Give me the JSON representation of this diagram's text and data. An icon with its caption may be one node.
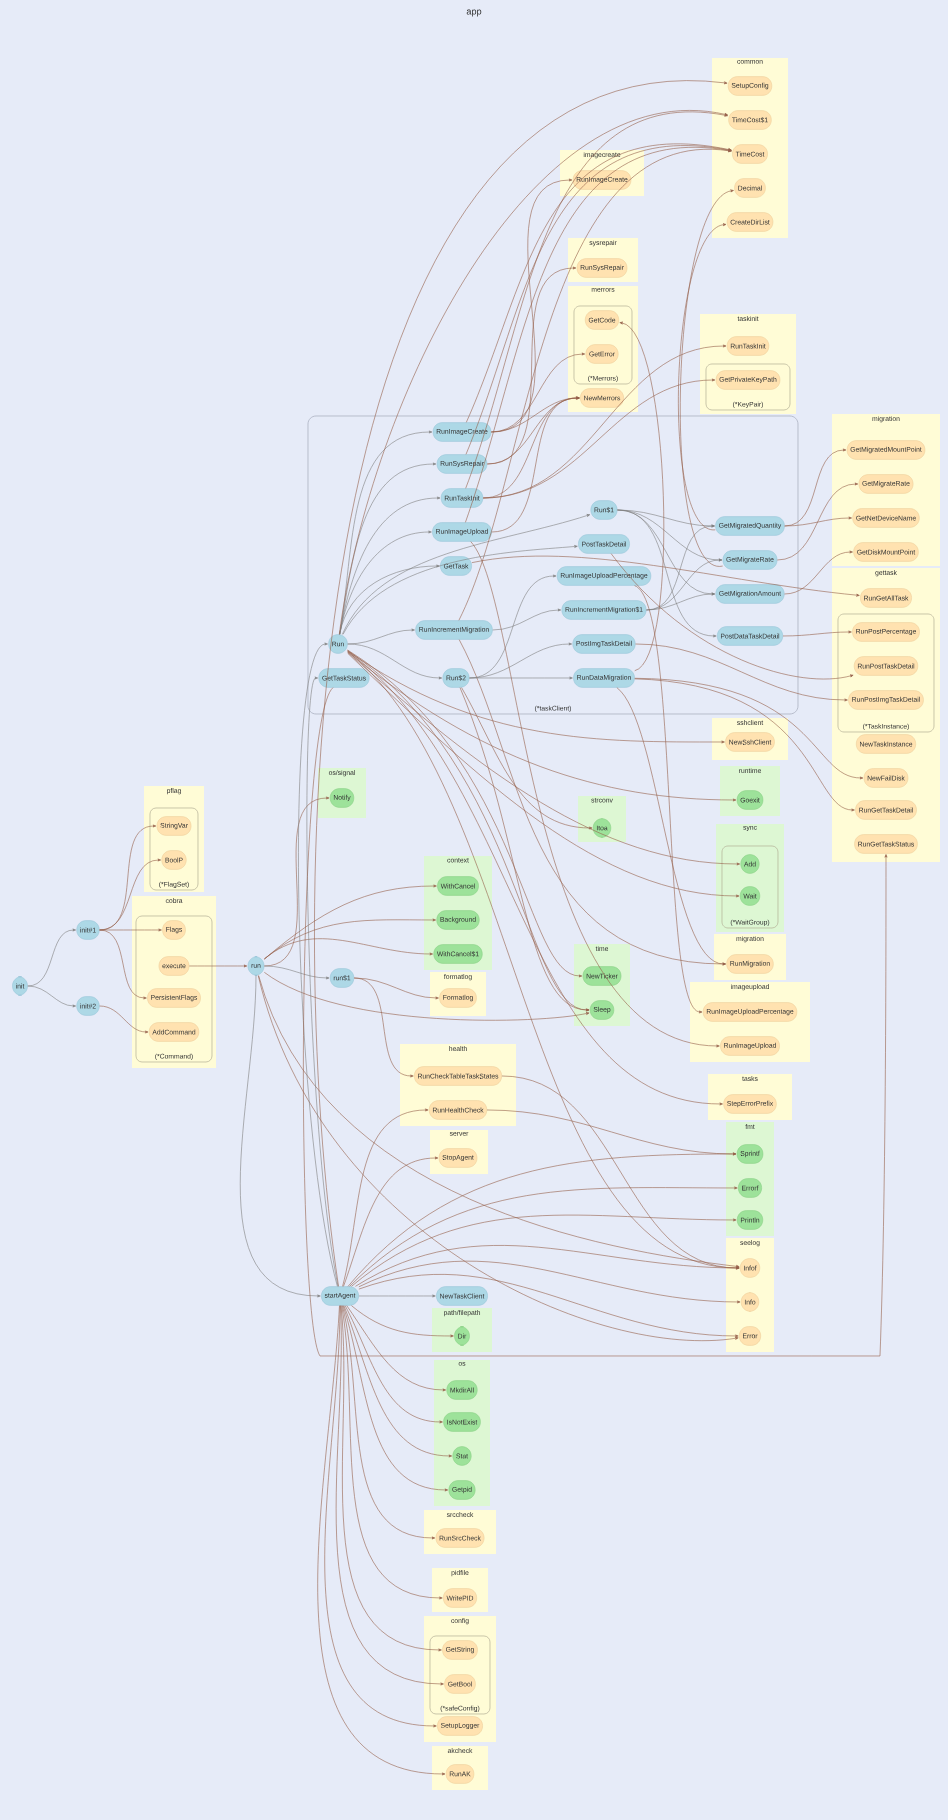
{
  "diagram": {
    "title": "app",
    "nodes": [
      {
        "text": [
          "common"
        ]
      },
      {
        "text": [
          "SetupConfig"
        ],
        "in": 0
      },
      {
        "text": [
          "TimeCost$1"
        ],
        "in": 0
      },
      {
        "text": [
          "TimeCost"
        ],
        "in": 0
      },
      {
        "text": [
          "Decimal"
        ],
        "in": 0
      },
      {
        "text": [
          "CreateDirList"
        ],
        "in": 0
      },
      {
        "text": [
          "imagecreate"
        ]
      },
      {
        "text": [
          "RunImageCreate"
        ],
        "in": 6
      },
      {
        "text": [
          "sysrepair"
        ]
      },
      {
        "text": [
          "RunSysRepair"
        ],
        "in": 8
      },
      {
        "text": [
          "merrors"
        ]
      },
      {
        "text": [
          "(*Merrors)"
        ],
        "in": 10
      },
      {
        "text": [
          "GetCode"
        ],
        "in": 11
      },
      {
        "text": [
          "GetError"
        ],
        "in": 11
      },
      {
        "text": [
          "NewMerrors"
        ],
        "in": 10
      },
      {
        "text": [
          "taskinit"
        ]
      },
      {
        "text": [
          "RunTaskInit"
        ],
        "in": 15
      },
      {
        "text": [
          "(*KeyPair)"
        ],
        "in": 15
      },
      {
        "text": [
          "GetPrivateKeyPath"
        ],
        "in": 17
      },
      {
        "text": [
          "(*taskClient)"
        ]
      },
      {
        "text": [
          "RunImageCreate"
        ],
        "in": 19
      },
      {
        "text": [
          "RunSysRepair"
        ],
        "in": 19
      },
      {
        "text": [
          "RunTaskInit"
        ],
        "in": 19
      },
      {
        "text": [
          "RunImageUpload"
        ],
        "in": 19
      },
      {
        "text": [
          "GetTask"
        ],
        "in": 19
      },
      {
        "text": [
          "Run$1"
        ],
        "in": 19
      },
      {
        "text": [
          "PostTaskDetail"
        ],
        "in": 19
      },
      {
        "text": [
          "RunImageUploadPercentage"
        ],
        "in": 19
      },
      {
        "text": [
          "RunIncrementMigration$1"
        ],
        "in": 19
      },
      {
        "text": [
          "RunIncrementMigration"
        ],
        "in": 19
      },
      {
        "text": [
          "Run"
        ],
        "in": 19
      },
      {
        "text": [
          "GetTaskStatus"
        ],
        "in": 19
      },
      {
        "text": [
          "Run$2"
        ],
        "in": 19
      },
      {
        "text": [
          "PostImgTaskDetail"
        ],
        "in": 19
      },
      {
        "text": [
          "RunDataMigration"
        ],
        "in": 19
      },
      {
        "text": [
          "GetMigratedQuantity"
        ],
        "in": 19
      },
      {
        "text": [
          "GetMigrateRate"
        ],
        "in": 19
      },
      {
        "text": [
          "GetMigrationAmount"
        ],
        "in": 19
      },
      {
        "text": [
          "PostDataTaskDetail"
        ],
        "in": 19
      },
      {
        "text": [
          "migration"
        ]
      },
      {
        "text": [
          "GetMigratedMountPoint"
        ],
        "in": 39
      },
      {
        "text": [
          "GetMigrateRate"
        ],
        "in": 39
      },
      {
        "text": [
          "GetNetDeviceName"
        ],
        "in": 39
      },
      {
        "text": [
          "GetDiskMountPoint"
        ],
        "in": 39
      },
      {
        "text": [
          "gettask"
        ]
      },
      {
        "text": [
          "RunGetAllTask"
        ],
        "in": 44
      },
      {
        "text": [
          "(*TaskInstance)"
        ],
        "in": 44
      },
      {
        "text": [
          "RunPostPercentage"
        ],
        "in": 46
      },
      {
        "text": [
          "RunPostTaskDetail"
        ],
        "in": 46
      },
      {
        "text": [
          "RunPostImgTaskDetail"
        ],
        "in": 46
      },
      {
        "text": [
          "NewTaskInstance"
        ],
        "in": 44
      },
      {
        "text": [
          "NewFailDisk"
        ],
        "in": 44
      },
      {
        "text": [
          "RunGetTaskDetail"
        ],
        "in": 44
      },
      {
        "text": [
          "RunGetTaskStatus"
        ],
        "in": 44
      },
      {
        "text": [
          "sshclient"
        ]
      },
      {
        "text": [
          "NewSshClient"
        ],
        "in": 54
      },
      {
        "text": [
          "runtime"
        ]
      },
      {
        "text": [
          "Goexit"
        ],
        "in": 56
      },
      {
        "text": [
          "sync"
        ]
      },
      {
        "text": [
          "(*WaitGroup)"
        ],
        "in": 58
      },
      {
        "text": [
          "Add"
        ],
        "in": 59
      },
      {
        "text": [
          "Wait"
        ],
        "in": 59
      },
      {
        "text": [
          "migration"
        ]
      },
      {
        "text": [
          "RunMigration"
        ],
        "in": 62
      },
      {
        "text": [
          "imageupload"
        ]
      },
      {
        "text": [
          "RunImageUploadPercentage"
        ],
        "in": 64
      },
      {
        "text": [
          "RunImageUpload"
        ],
        "in": 64
      },
      {
        "text": [
          "tasks"
        ]
      },
      {
        "text": [
          "StepErrorPrefix"
        ],
        "in": 67
      },
      {
        "text": [
          "fmt"
        ]
      },
      {
        "text": [
          "Sprintf"
        ],
        "in": 69
      },
      {
        "text": [
          "Errorf"
        ],
        "in": 69
      },
      {
        "text": [
          "Println"
        ],
        "in": 69
      },
      {
        "text": [
          "seelog"
        ]
      },
      {
        "text": [
          "Infof"
        ],
        "in": 73
      },
      {
        "text": [
          "Info"
        ],
        "in": 73
      },
      {
        "text": [
          "Error"
        ],
        "in": 73
      },
      {
        "text": [
          "pflag"
        ]
      },
      {
        "text": [
          "(*FlagSet)"
        ],
        "in": 77
      },
      {
        "text": [
          "StringVar"
        ],
        "in": 78
      },
      {
        "text": [
          "BoolP"
        ],
        "in": 78
      },
      {
        "text": [
          "cobra"
        ]
      },
      {
        "text": [
          "(*Command)"
        ],
        "in": 81
      },
      {
        "text": [
          "Flags"
        ],
        "in": 82
      },
      {
        "text": [
          "execute"
        ],
        "in": 82
      },
      {
        "text": [
          "PersistentFlags"
        ],
        "in": 82
      },
      {
        "text": [
          "AddCommand"
        ],
        "in": 82
      },
      {
        "text": [
          "init"
        ]
      },
      {
        "text": [
          "init#1"
        ]
      },
      {
        "text": [
          "init#2"
        ]
      },
      {
        "text": [
          "run"
        ]
      },
      {
        "text": [
          "run$1"
        ]
      },
      {
        "text": [
          "os/signal"
        ]
      },
      {
        "text": [
          "Notify"
        ],
        "in": 92
      },
      {
        "text": [
          "context"
        ]
      },
      {
        "text": [
          "WithCancel"
        ],
        "in": 94
      },
      {
        "text": [
          "Background"
        ],
        "in": 94
      },
      {
        "text": [
          "WithCancel$1"
        ],
        "in": 94
      },
      {
        "text": [
          "formatlog"
        ]
      },
      {
        "text": [
          "Formatlog"
        ],
        "in": 98
      },
      {
        "text": [
          "health"
        ]
      },
      {
        "text": [
          "RunCheckTableTaskStates"
        ],
        "in": 100
      },
      {
        "text": [
          "RunHealthCheck"
        ],
        "in": 100
      },
      {
        "text": [
          "server"
        ]
      },
      {
        "text": [
          "StopAgent"
        ],
        "in": 103
      },
      {
        "text": [
          "strconv"
        ]
      },
      {
        "text": [
          "Itoa"
        ],
        "in": 105
      },
      {
        "text": [
          "time"
        ]
      },
      {
        "text": [
          "NewTicker"
        ],
        "in": 107
      },
      {
        "text": [
          "Sleep"
        ],
        "in": 107
      },
      {
        "text": [
          "startAgent"
        ]
      },
      {
        "text": [
          "NewTaskClient"
        ]
      },
      {
        "text": [
          "path/filepath"
        ]
      },
      {
        "text": [
          "Dir"
        ],
        "in": 112
      },
      {
        "text": [
          "os"
        ]
      },
      {
        "text": [
          "MkdirAll"
        ],
        "in": 114
      },
      {
        "text": [
          "IsNotExist"
        ],
        "in": 114
      },
      {
        "text": [
          "Stat"
        ],
        "in": 114
      },
      {
        "text": [
          "Getpid"
        ],
        "in": 114
      },
      {
        "text": [
          "srccheck"
        ]
      },
      {
        "text": [
          "RunSrcCheck"
        ],
        "in": 119
      },
      {
        "text": [
          "pidfile"
        ]
      },
      {
        "text": [
          "WritePID"
        ],
        "in": 121
      },
      {
        "text": [
          "config"
        ]
      },
      {
        "text": [
          "(*safeConfig)"
        ],
        "in": 123
      },
      {
        "text": [
          "GetString"
        ],
        "in": 124
      },
      {
        "text": [
          "GetBool"
        ],
        "in": 124
      },
      {
        "text": [
          "SetupLogger"
        ],
        "in": 123
      },
      {
        "text": [
          "akcheck"
        ]
      },
      {
        "text": [
          "RunAK"
        ],
        "in": 128
      }
    ],
    "edges": [
      {
        "from": 87,
        "to": 88,
        "arrow": "to",
        "color": "#7f7f7f"
      },
      {
        "from": 87,
        "to": 89,
        "arrow": "to",
        "color": "#7f7f7f"
      },
      {
        "from": 88,
        "to": 79,
        "arrow": "to"
      },
      {
        "from": 88,
        "to": 80,
        "arrow": "to"
      },
      {
        "from": 88,
        "to": 83,
        "arrow": "to"
      },
      {
        "from": 88,
        "to": 85,
        "arrow": "to"
      },
      {
        "from": 89,
        "to": 86,
        "arrow": "to"
      },
      {
        "from": 84,
        "to": 90,
        "arrow": "to"
      },
      {
        "from": 90,
        "to": 93,
        "arrow": "to"
      },
      {
        "from": 90,
        "to": 95,
        "arrow": "to"
      },
      {
        "from": 90,
        "to": 96,
        "arrow": "to"
      },
      {
        "from": 90,
        "to": 97,
        "arrow": "to"
      },
      {
        "from": 90,
        "to": 91,
        "arrow": "to",
        "color": "#7f7f7f"
      },
      {
        "from": 90,
        "to": 110,
        "arrow": "to",
        "color": "#7f7f7f"
      },
      {
        "from": 90,
        "to": 109,
        "arrow": "to"
      },
      {
        "from": 90,
        "to": 74,
        "arrow": "to"
      },
      {
        "from": 90,
        "to": 76,
        "arrow": "to"
      },
      {
        "from": 91,
        "to": 101,
        "arrow": "to"
      },
      {
        "from": 91,
        "to": 99,
        "arrow": "to"
      },
      {
        "from": 110,
        "to": 111,
        "arrow": "to",
        "color": "#7f7f7f"
      },
      {
        "from": 110,
        "to": 113,
        "arrow": "to"
      },
      {
        "from": 110,
        "to": 115,
        "arrow": "to"
      },
      {
        "from": 110,
        "to": 116,
        "arrow": "to"
      },
      {
        "from": 110,
        "to": 117,
        "arrow": "to"
      },
      {
        "from": 110,
        "to": 118,
        "arrow": "to"
      },
      {
        "from": 110,
        "to": 120,
        "arrow": "to"
      },
      {
        "from": 110,
        "to": 122,
        "arrow": "to"
      },
      {
        "from": 110,
        "to": 125,
        "arrow": "to"
      },
      {
        "from": 110,
        "to": 126,
        "arrow": "to"
      },
      {
        "from": 110,
        "to": 127,
        "arrow": "to"
      },
      {
        "from": 110,
        "to": 129,
        "arrow": "to"
      },
      {
        "from": 110,
        "to": 30,
        "arrow": "to",
        "color": "#7f7f7f"
      },
      {
        "from": 110,
        "to": 31,
        "arrow": "to",
        "color": "#7f7f7f"
      },
      {
        "from": 110,
        "to": 104,
        "arrow": "to"
      },
      {
        "from": 110,
        "to": 102,
        "arrow": "to"
      },
      {
        "from": 110,
        "to": 70,
        "arrow": "to"
      },
      {
        "from": 110,
        "to": 71,
        "arrow": "to"
      },
      {
        "from": 110,
        "to": 72,
        "arrow": "to"
      },
      {
        "from": 110,
        "to": 74,
        "arrow": "to"
      },
      {
        "from": 110,
        "to": 75,
        "arrow": "to"
      },
      {
        "from": 110,
        "to": 76,
        "arrow": "to"
      },
      {
        "from": 110,
        "to": 1,
        "arrow": "to"
      },
      {
        "from": 30,
        "to": 20,
        "arrow": "to",
        "color": "#7f7f7f"
      },
      {
        "from": 30,
        "to": 21,
        "arrow": "to",
        "color": "#7f7f7f"
      },
      {
        "from": 30,
        "to": 22,
        "arrow": "to",
        "color": "#7f7f7f"
      },
      {
        "from": 30,
        "to": 23,
        "arrow": "to",
        "color": "#7f7f7f"
      },
      {
        "from": 30,
        "to": 24,
        "arrow": "to",
        "color": "#7f7f7f"
      },
      {
        "from": 30,
        "to": 29,
        "arrow": "to",
        "color": "#7f7f7f"
      },
      {
        "from": 30,
        "to": 32,
        "arrow": "to",
        "color": "#7f7f7f"
      },
      {
        "from": 30,
        "to": 25,
        "arrow": "to",
        "color": "#7f7f7f"
      },
      {
        "from": 30,
        "to": 26,
        "arrow": "to",
        "color": "#7f7f7f"
      },
      {
        "from": 30,
        "to": 55,
        "arrow": "to"
      },
      {
        "from": 30,
        "to": 57,
        "arrow": "to"
      },
      {
        "from": 30,
        "to": 60,
        "arrow": "to"
      },
      {
        "from": 30,
        "to": 61,
        "arrow": "to"
      },
      {
        "from": 30,
        "to": 108,
        "arrow": "to"
      },
      {
        "from": 30,
        "to": 109,
        "arrow": "to"
      },
      {
        "from": 30,
        "to": 68,
        "arrow": "to"
      },
      {
        "from": 30,
        "to": 74,
        "arrow": "to"
      },
      {
        "from": 30,
        "to": 2,
        "arrow": "to"
      },
      {
        "from": 25,
        "to": 35,
        "arrow": "to",
        "color": "#7f7f7f"
      },
      {
        "from": 25,
        "to": 36,
        "arrow": "to",
        "color": "#7f7f7f"
      },
      {
        "from": 25,
        "to": 37,
        "arrow": "to",
        "color": "#7f7f7f"
      },
      {
        "from": 25,
        "to": 38,
        "arrow": "to",
        "color": "#7f7f7f"
      },
      {
        "from": 29,
        "to": 28,
        "arrow": "to",
        "color": "#7f7f7f"
      },
      {
        "from": 29,
        "to": 63,
        "arrow": "to"
      },
      {
        "from": 29,
        "to": 3,
        "arrow": "to"
      },
      {
        "from": 28,
        "to": 35,
        "arrow": "to",
        "color": "#7f7f7f"
      },
      {
        "from": 28,
        "to": 36,
        "arrow": "to",
        "color": "#7f7f7f"
      },
      {
        "from": 28,
        "to": 37,
        "arrow": "to",
        "color": "#7f7f7f"
      },
      {
        "from": 32,
        "to": 33,
        "arrow": "to",
        "color": "#7f7f7f"
      },
      {
        "from": 32,
        "to": 34,
        "arrow": "to",
        "color": "#7f7f7f"
      },
      {
        "from": 32,
        "to": 27,
        "arrow": "to",
        "color": "#7f7f7f"
      },
      {
        "from": 32,
        "to": 106,
        "arrow": "to"
      },
      {
        "from": 32,
        "to": 109,
        "arrow": "to"
      },
      {
        "from": 35,
        "to": 40,
        "arrow": "to"
      },
      {
        "from": 35,
        "to": 42,
        "arrow": "to"
      },
      {
        "from": 35,
        "to": 5,
        "arrow": "to"
      },
      {
        "from": 36,
        "to": 41,
        "arrow": "to"
      },
      {
        "from": 36,
        "to": 4,
        "arrow": "to"
      },
      {
        "from": 37,
        "to": 43,
        "arrow": "to"
      },
      {
        "from": 38,
        "to": 47,
        "arrow": "to"
      },
      {
        "from": 26,
        "to": 48,
        "arrow": "to"
      },
      {
        "from": 33,
        "to": 49,
        "arrow": "to"
      },
      {
        "from": 20,
        "to": 7,
        "arrow": "to"
      },
      {
        "from": 20,
        "to": 14,
        "arrow": "to"
      },
      {
        "from": 20,
        "to": 13,
        "arrow": "to"
      },
      {
        "from": 20,
        "to": 3,
        "arrow": "to"
      },
      {
        "from": 21,
        "to": 9,
        "arrow": "to"
      },
      {
        "from": 21,
        "to": 14,
        "arrow": "to"
      },
      {
        "from": 21,
        "to": 3,
        "arrow": "to"
      },
      {
        "from": 22,
        "to": 16,
        "arrow": "to"
      },
      {
        "from": 22,
        "to": 18,
        "arrow": "to"
      },
      {
        "from": 22,
        "to": 14,
        "arrow": "to"
      },
      {
        "from": 22,
        "to": 2,
        "arrow": "to"
      },
      {
        "from": 23,
        "to": 66,
        "arrow": "to"
      },
      {
        "from": 23,
        "to": 14,
        "arrow": "to"
      },
      {
        "from": 23,
        "to": 3,
        "arrow": "to"
      },
      {
        "from": 27,
        "to": 65,
        "arrow": "to"
      },
      {
        "from": 24,
        "to": 45,
        "arrow": "to"
      },
      {
        "from": 31,
        "to": 53,
        "arrow": "to"
      },
      {
        "from": 34,
        "to": 63,
        "arrow": "to"
      },
      {
        "from": 34,
        "to": 12,
        "arrow": "to"
      },
      {
        "from": 34,
        "to": 51,
        "arrow": "to"
      },
      {
        "from": 34,
        "to": 52,
        "arrow": "to"
      },
      {
        "from": 102,
        "to": 70,
        "arrow": "to"
      },
      {
        "from": 101,
        "to": 74,
        "arrow": "to"
      }
    ]
  }
}
